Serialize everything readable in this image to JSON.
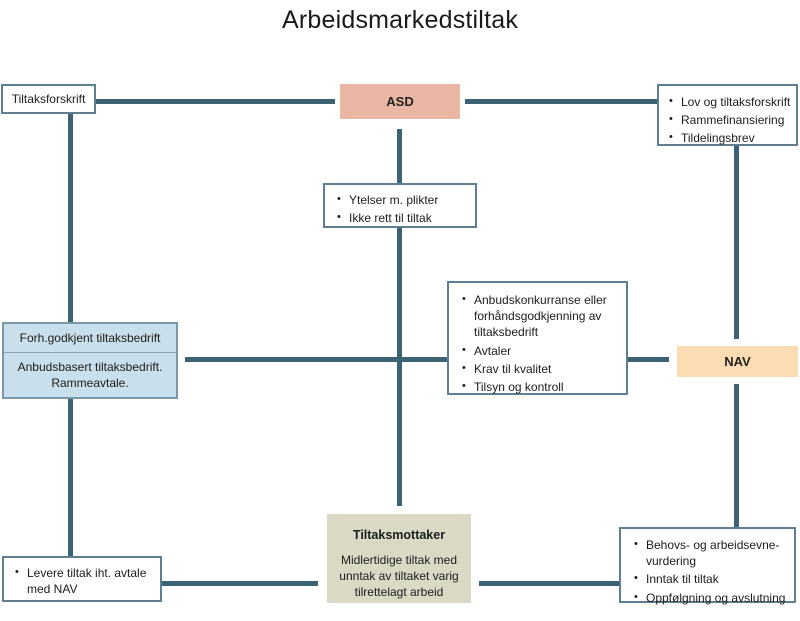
{
  "title": "Arbeidsmarkedstiltak",
  "colors": {
    "connector": "#3c6373",
    "asd_fill": "#e9b7a4",
    "nav_fill": "#fcdcb2",
    "tiltaksmottaker_fill": "#d9d9c6",
    "tiltaksbedrift_fill": "#c9dfec",
    "white_box_border": "#5d7f8f"
  },
  "nodes": {
    "tiltaksforskrift": {
      "label": "Tiltaksforskrift"
    },
    "asd": {
      "label": "ASD"
    },
    "lov_ramme": {
      "items": [
        "Lov og tiltaksforskrift",
        "Rammefinansiering",
        "Tildelingsbrev"
      ]
    },
    "ytelser": {
      "items": [
        "Ytelser m. plikter",
        "Ikke rett til tiltak"
      ]
    },
    "anbud": {
      "items": [
        "Anbudskonkurranse eller forhåndsgodkjenning av tiltaksbedrift",
        "Avtaler",
        "Krav til kvalitet",
        "Tilsyn og kontroll"
      ]
    },
    "nav": {
      "label": "NAV"
    },
    "tiltaksbedrift": {
      "top": "Forh.godkjent tiltaksbedrift",
      "bottom_line1": "Anbudsbasert tiltaksbedrift.",
      "bottom_line2": "Rammeavtale."
    },
    "tiltaksmottaker": {
      "heading": "Tiltaksmottaker",
      "body": "Midlertidige tiltak med unntak av tiltaket varig tilrettelagt arbeid"
    },
    "levere": {
      "items": [
        "Levere tiltak iht. avtale med NAV"
      ]
    },
    "behovs": {
      "items": [
        "Behovs- og arbeidsevne-vurdering",
        "Inntak til tiltak",
        "Oppfølgning og avslutning"
      ]
    }
  }
}
